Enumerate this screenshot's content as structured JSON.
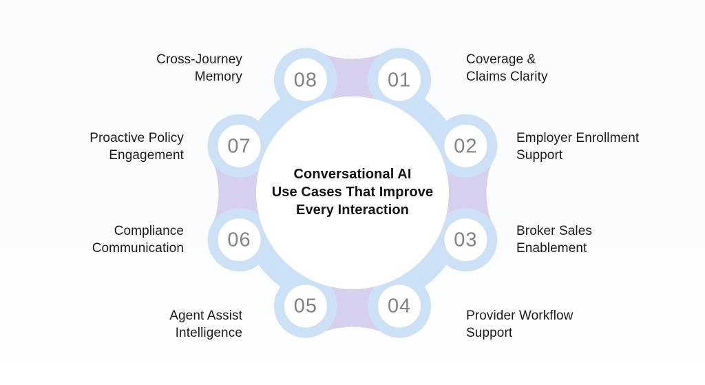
{
  "diagram": {
    "type": "cycle-flower",
    "title": {
      "lines": [
        "Conversational AI",
        "Use Cases That Improve",
        "Every Interaction"
      ]
    },
    "nodes": [
      {
        "number": "01",
        "label_lines": [
          "Coverage &",
          "Claims Clarity"
        ]
      },
      {
        "number": "02",
        "label_lines": [
          "Employer Enrollment",
          "Support"
        ]
      },
      {
        "number": "03",
        "label_lines": [
          "Broker Sales",
          "Enablement"
        ]
      },
      {
        "number": "04",
        "label_lines": [
          "Provider Workflow",
          "Support"
        ]
      },
      {
        "number": "05",
        "label_lines": [
          "Agent Assist",
          "Intelligence"
        ]
      },
      {
        "number": "06",
        "label_lines": [
          "Compliance",
          "Communication"
        ]
      },
      {
        "number": "07",
        "label_lines": [
          "Proactive Policy",
          "Engagement"
        ]
      },
      {
        "number": "08",
        "label_lines": [
          "Cross-Journey",
          "Memory"
        ]
      }
    ],
    "colors": {
      "lobe_blue": "#cde1f6",
      "connector_purple": "#d6cfee",
      "circle_white": "#ffffff",
      "center_white": "#ffffff",
      "number_gray": "#7d818a",
      "title_color": "#131315",
      "label_color": "#1a1a1c",
      "background_tint": "#f9fbfd"
    }
  }
}
